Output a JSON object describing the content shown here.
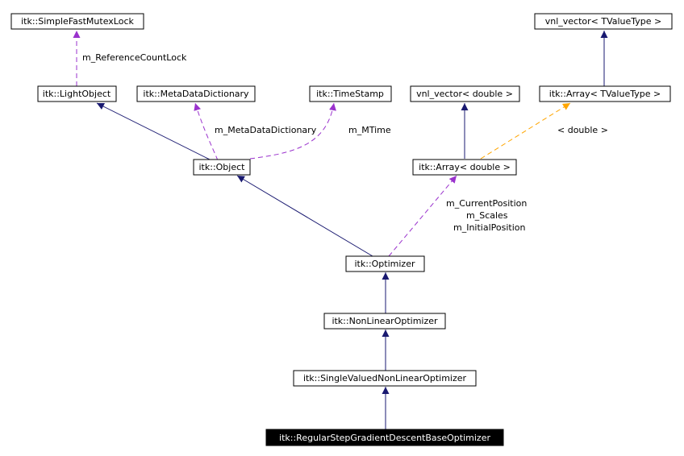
{
  "diagram": {
    "colors": {
      "inheritance": "#191970",
      "member": "#9a32cd",
      "template": "#ffa500",
      "focus_fill": "#000000",
      "focus_text": "#ffffff"
    },
    "nodes": {
      "simple_fast_mutex_lock": "itk::SimpleFastMutexLock",
      "light_object": "itk::LightObject",
      "meta_data_dictionary": "itk::MetaDataDictionary",
      "time_stamp": "itk::TimeStamp",
      "object": "itk::Object",
      "vnl_vector_tvaluetype": "vnl_vector< TValueType >",
      "vnl_vector_double": "vnl_vector< double >",
      "array_tvaluetype": "itk::Array< TValueType >",
      "array_double": "itk::Array< double >",
      "optimizer": "itk::Optimizer",
      "non_linear_optimizer": "itk::NonLinearOptimizer",
      "single_valued_non_linear_optimizer": "itk::SingleValuedNonLinearOptimizer",
      "regular_step_gradient_descent_base_optimizer": "itk::RegularStepGradientDescentBaseOptimizer"
    },
    "edge_labels": {
      "reference_count_lock": "m_ReferenceCountLock",
      "meta_data_dictionary": "m_MetaDataDictionary",
      "mtime": "m_MTime",
      "template_double": "< double >",
      "current_position": "m_CurrentPosition",
      "scales": "m_Scales",
      "initial_position": "m_InitialPosition"
    }
  }
}
